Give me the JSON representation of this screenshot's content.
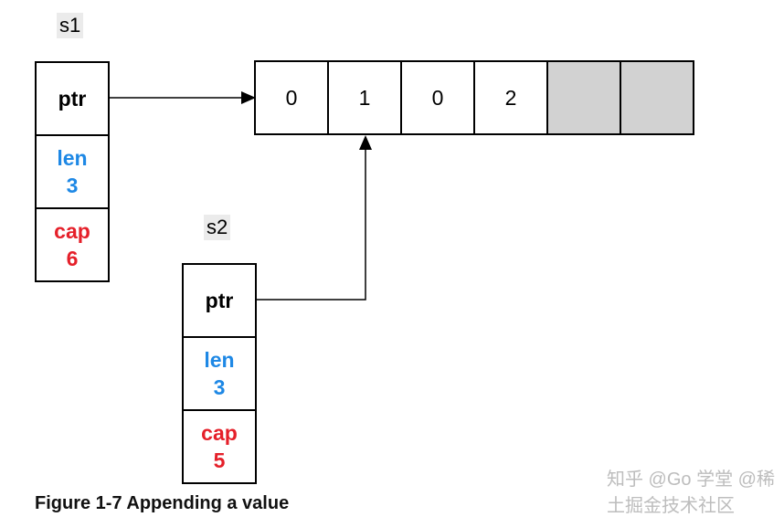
{
  "s1": {
    "label": "s1",
    "ptr": "ptr",
    "len_label": "len",
    "len_value": "3",
    "cap_label": "cap",
    "cap_value": "6"
  },
  "s2": {
    "label": "s2",
    "ptr": "ptr",
    "len_label": "len",
    "len_value": "3",
    "cap_label": "cap",
    "cap_value": "5"
  },
  "array": {
    "values": [
      "0",
      "1",
      "0",
      "2",
      "",
      ""
    ]
  },
  "colors": {
    "len": "#1e88e5",
    "cap": "#e5202a",
    "empty_cell": "#d2d2d2"
  },
  "watermark": "知乎 @Go 学堂  @稀土掘金技术社区",
  "caption": "Figure 1-7 Appending a value"
}
